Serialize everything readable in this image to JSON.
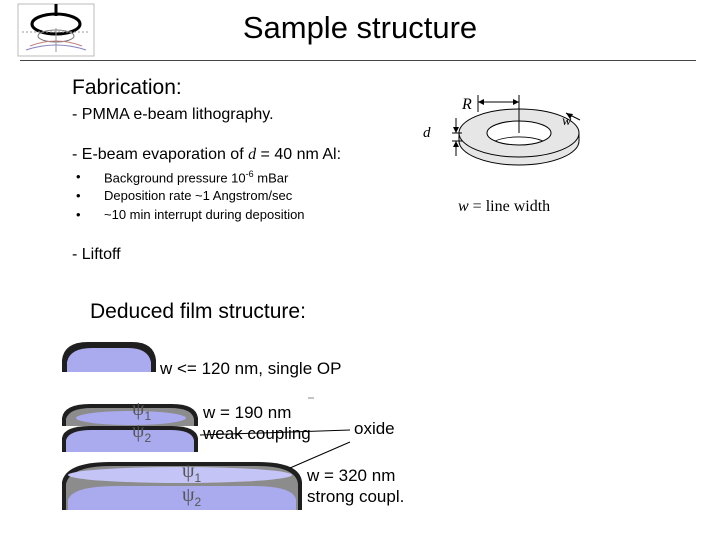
{
  "title": "Sample structure",
  "fabrication": {
    "heading": "Fabrication:",
    "step1": "- PMMA e-beam lithography.",
    "step2_prefix": "- E-beam evaporation of ",
    "step2_var": "d",
    "step2_suffix": " = 40 nm Al:",
    "bullet_symbol": "•",
    "bullets": [
      {
        "pre": "Background pressure 10",
        "sup": "-6",
        "post": " mBar"
      },
      {
        "text": "Deposition rate ~1 Angstrom/sec"
      },
      {
        "text": "~10 min interrupt during deposition"
      }
    ],
    "step3": "- Liftoff"
  },
  "ring": {
    "label_R": "R",
    "label_w": "w",
    "label_d": "d",
    "caption_var": "w",
    "caption_rest": " = line width"
  },
  "deduced": {
    "heading": "Deduced film structure:",
    "item1": "w <= 120 nm, single OP",
    "item2_line1": "w = 190 nm",
    "item2_line2": "weak coupling",
    "item3_line1": "w = 320 nm",
    "item3_line2": "strong coupl.",
    "oxide": "oxide",
    "psi": "ψ",
    "sub1": "1",
    "sub2": "2"
  },
  "colors": {
    "film_outer": "#1f1f1f",
    "film_gray": "#8c8c8c",
    "layer_blue": "#aaaaee",
    "layer_blue_light": "#c4c4f6",
    "ring_fill": "#e6e6e6"
  }
}
